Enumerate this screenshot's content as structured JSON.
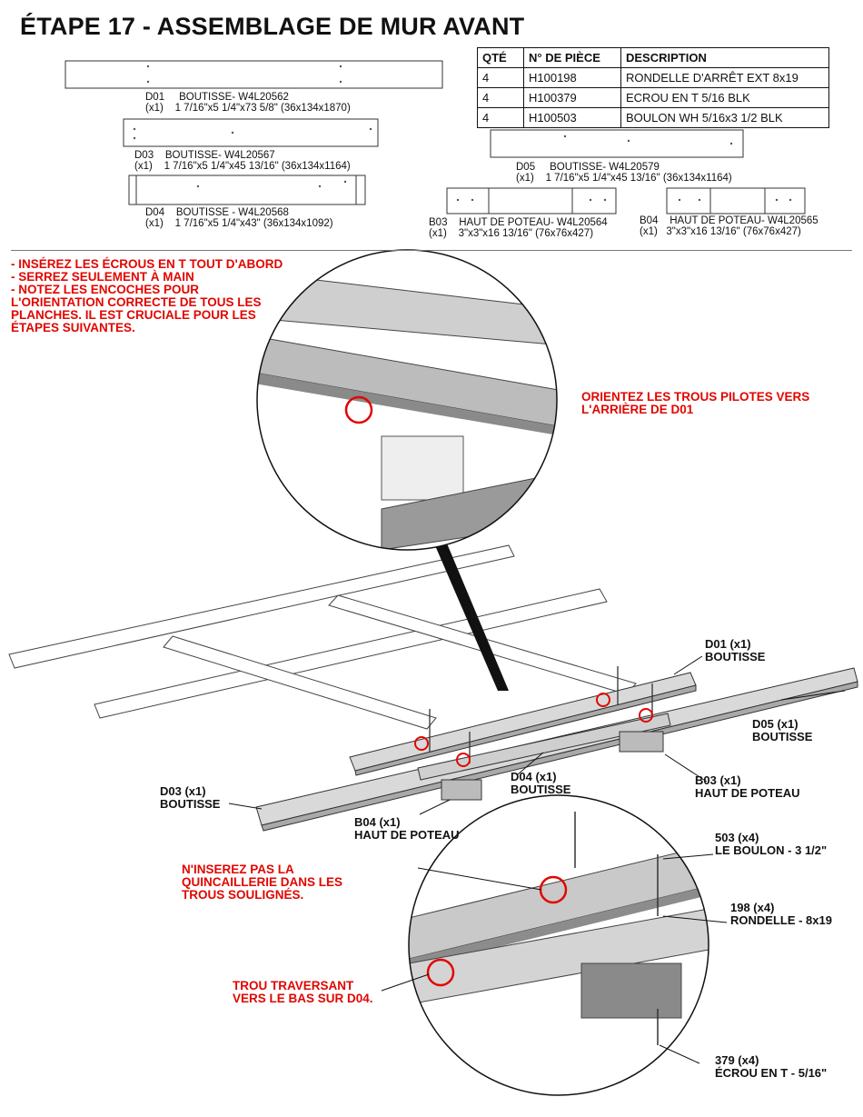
{
  "title": "ÉTAPE 17 - ASSEMBLAGE DE MUR AVANT",
  "parts_table": {
    "headers": [
      "QTÉ",
      "N° DE PIÈCE",
      "DESCRIPTION"
    ],
    "rows": [
      [
        "4",
        "H100198",
        "RONDELLE D'ARRÊT EXT 8x19"
      ],
      [
        "4",
        "H100379",
        "ECROU EN T 5/16 BLK"
      ],
      [
        "4",
        "H100503",
        "BOULON WH 5/16x3 1/2 BLK"
      ]
    ]
  },
  "parts": {
    "d01": {
      "code": "D01",
      "qty": "(x1)",
      "name": "BOUTISSE- W4L20562",
      "dims": "1 7/16\"x5 1/4\"x73 5/8\" (36x134x1870)"
    },
    "d03": {
      "code": "D03",
      "qty": "(x1)",
      "name": "BOUTISSE- W4L20567",
      "dims": "1 7/16\"x5 1/4\"x45 13/16\" (36x134x1164)"
    },
    "d04": {
      "code": "D04",
      "qty": "(x1)",
      "name": "BOUTISSE - W4L20568",
      "dims": "1 7/16\"x5 1/4\"x43\" (36x134x1092)"
    },
    "d05": {
      "code": "D05",
      "qty": "(x1)",
      "name": "BOUTISSE- W4L20579",
      "dims": "1 7/16\"x5 1/4\"x45 13/16\" (36x134x1164)"
    },
    "b03": {
      "code": "B03",
      "qty": "(x1)",
      "name": "HAUT DE POTEAU- W4L20564",
      "dims": "3\"x3\"x16 13/16\" (76x76x427)"
    },
    "b04": {
      "code": "B04",
      "qty": "(x1)",
      "name": "HAUT DE POTEAU- W4L20565",
      "dims": "3\"x3\"x16 13/16\" (76x76x427)"
    }
  },
  "notes": {
    "instructions": "- INSÉREZ LES ÉCROUS EN T TOUT D'ABORD\n- SERREZ SEULEMENT À MAIN\n- NOTEZ LES ENCOCHES POUR L'ORIENTATION CORRECTE DE TOUS LES PLANCHES. IL EST CRUCIALE POUR LES ÉTAPES SUIVANTES.",
    "pilot_holes": "ORIENTEZ LES TROUS PILOTES VERS L'ARRIÈRE DE D01",
    "no_hardware": "N'INSEREZ PAS LA QUINCAILLERIE DANS LES TROUS SOULIGNÉS.",
    "through_hole": "TROU TRAVERSANT VERS LE BAS SUR D04."
  },
  "callouts": {
    "d01": "D01 (x1)\nBOUTISSE",
    "d05": "D05 (x1)\nBOUTISSE",
    "d03": "D03 (x1)\nBOUTISSE",
    "d04": "D04 (x1)\nBOUTISSE",
    "b03": "B03 (x1)\nHAUT DE POTEAU",
    "b04": "B04 (x1)\nHAUT DE POTEAU",
    "bolt": "503 (x4)\nLE BOULON - 3 1/2\"",
    "washer": "198 (x4)\nRONDELLE - 8x19",
    "nut": "379 (x4)\nÉCROU EN T - 5/16\""
  },
  "colors": {
    "highlight": "#e10600",
    "board_fill": "#d9d9d9",
    "board_dark": "#a9a9a9"
  }
}
